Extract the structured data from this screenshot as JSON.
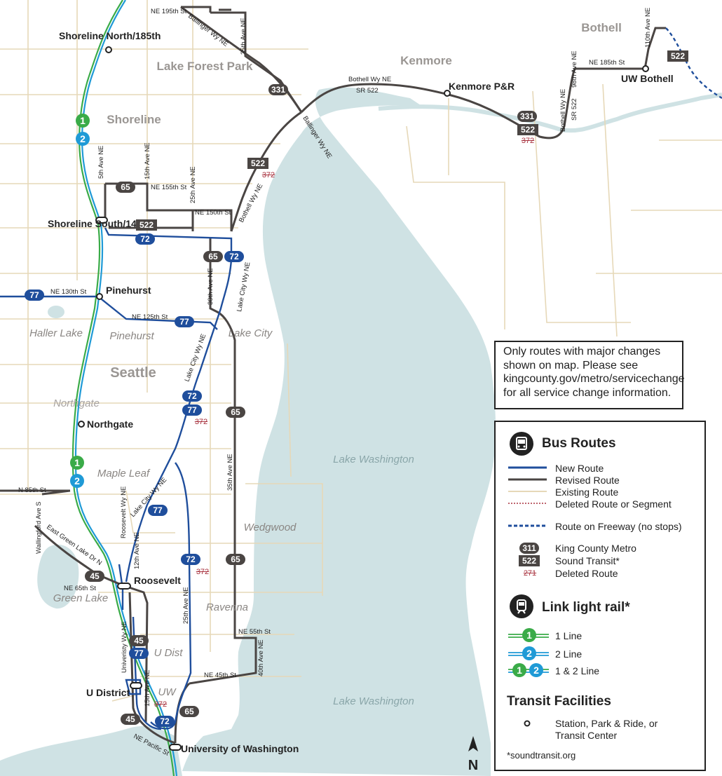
{
  "note": "Only routes with major changes shown on map. Please see kingcounty.gov/metro/servicechange for all service change information.",
  "legend": {
    "bus_title": "Bus Routes",
    "new_route": "New Route",
    "revised_route": "Revised Route",
    "existing_route": "Existing Route",
    "deleted_route": "Deleted Route or Segment",
    "freeway": "Route on Freeway (no stops)",
    "metro_badge": "311",
    "metro_label": "King County Metro",
    "st_badge": "522",
    "st_label": "Sound Transit*",
    "deleted_badge": "271",
    "deleted_label": "Deleted Route",
    "rail_title": "Link light rail*",
    "line1_badge": "1",
    "line1_label": "1 Line",
    "line2_badge": "2",
    "line2_label": "2 Line",
    "line12_label": "1 & 2 Line",
    "facilities_title": "Transit Facilities",
    "station_label": "Station, Park & Ride, or Transit Center",
    "footnote": "*soundtransit.org"
  },
  "colors": {
    "new_route": "#1f4e9c",
    "revised_route": "#4a4543",
    "existing_route": "#e6d8b8",
    "deleted_route": "#a8323e",
    "water": "#cfe2e4",
    "line1": "#3aab48",
    "line2": "#1f9ad6",
    "neighborhood_text": "#9a9693"
  },
  "places": {
    "bothell": "Bothell",
    "kenmore": "Kenmore",
    "lake_forest_park": "Lake Forest Park",
    "shoreline": "Shoreline",
    "seattle": "Seattle",
    "haller_lake": "Haller Lake",
    "pinehurst": "Pinehurst",
    "lake_city": "Lake City",
    "northgate_area": "Northgate",
    "maple_leaf": "Maple Leaf",
    "wedgwood": "Wedgwood",
    "ravenna": "Ravenna",
    "green_lake": "Green Lake",
    "u_dist": "U Dist",
    "uw": "UW",
    "lake_washington": "Lake Washington"
  },
  "stations": {
    "shoreline_north": "Shoreline North/185th",
    "shoreline_south": "Shoreline South/148th",
    "pinehurst": "Pinehurst",
    "northgate": "Northgate",
    "roosevelt": "Roosevelt",
    "u_district": "U District",
    "uw": "University of Washington",
    "kenmore_pr": "Kenmore P&R",
    "uw_bothell": "UW Bothell"
  },
  "streets": {
    "ne195": "NE 195th St",
    "ballinger1": "Ballinger Wy NE",
    "ave35": "35th Ave NE",
    "ballinger2": "Ballinger Wy NE",
    "bothell_wy1": "Bothell Wy NE",
    "sr522": "SR 522",
    "ne185": "NE 185th St",
    "ave98": "98th Ave NE",
    "bothell_wy2": "Bothell Wy NE",
    "sr522b": "SR 522",
    "ave110": "110th Ave NE",
    "ave5": "5th Ave NE",
    "ave15": "15th Ave NE",
    "ne155": "NE 155th St",
    "ave25a": "25th Ave NE",
    "ne150": "NE 150th St",
    "bothell_wy3": "Bothell Wy NE",
    "ne130": "NE 130th St",
    "ave30": "30th Ave NE",
    "lake_city_wy1": "Lake City Wy NE",
    "ne125": "NE 125th St",
    "lake_city_wy2": "Lake City Wy NE",
    "ave35b": "35th Ave NE",
    "n85": "N 85th St",
    "wallingford": "Wallingford Ave S",
    "east_green_lake": "East Green Lake Dr N",
    "roosevelt_wy": "Roosevelt Wy NE",
    "lake_city_wy3": "Lake City Wy NE",
    "ave12": "12th Ave NE",
    "ne65": "NE 65th St",
    "ave25b": "25th Ave NE",
    "ne55": "NE 55th St",
    "ave40": "40th Ave NE",
    "university_wy": "Univeristy Wy NE",
    "ne45": "NE 45th St",
    "ave15b": "15th Ave NE",
    "ne_pacific": "NE Pacific St"
  },
  "badges": {
    "r331a": "331",
    "r522a": "522",
    "r331b": "331",
    "r522b": "522",
    "r522c": "522",
    "r522d": "522",
    "r65a": "65",
    "r65b": "65",
    "r72a": "72",
    "r72b": "72",
    "r77a": "77",
    "r77b": "77",
    "r72c": "72",
    "r77c": "77",
    "r65c": "65",
    "r77d": "77",
    "r72d": "72",
    "r65d": "65",
    "r45a": "45",
    "r45b": "45",
    "r77e": "77",
    "r45c": "45",
    "r72e": "72",
    "r65e": "65",
    "d372a": "372",
    "d372b": "372",
    "d372c": "372",
    "d372d": "372",
    "d372e": "372",
    "line1a": "1",
    "line2a": "2",
    "line1b": "1",
    "line2b": "2"
  },
  "north": "N"
}
